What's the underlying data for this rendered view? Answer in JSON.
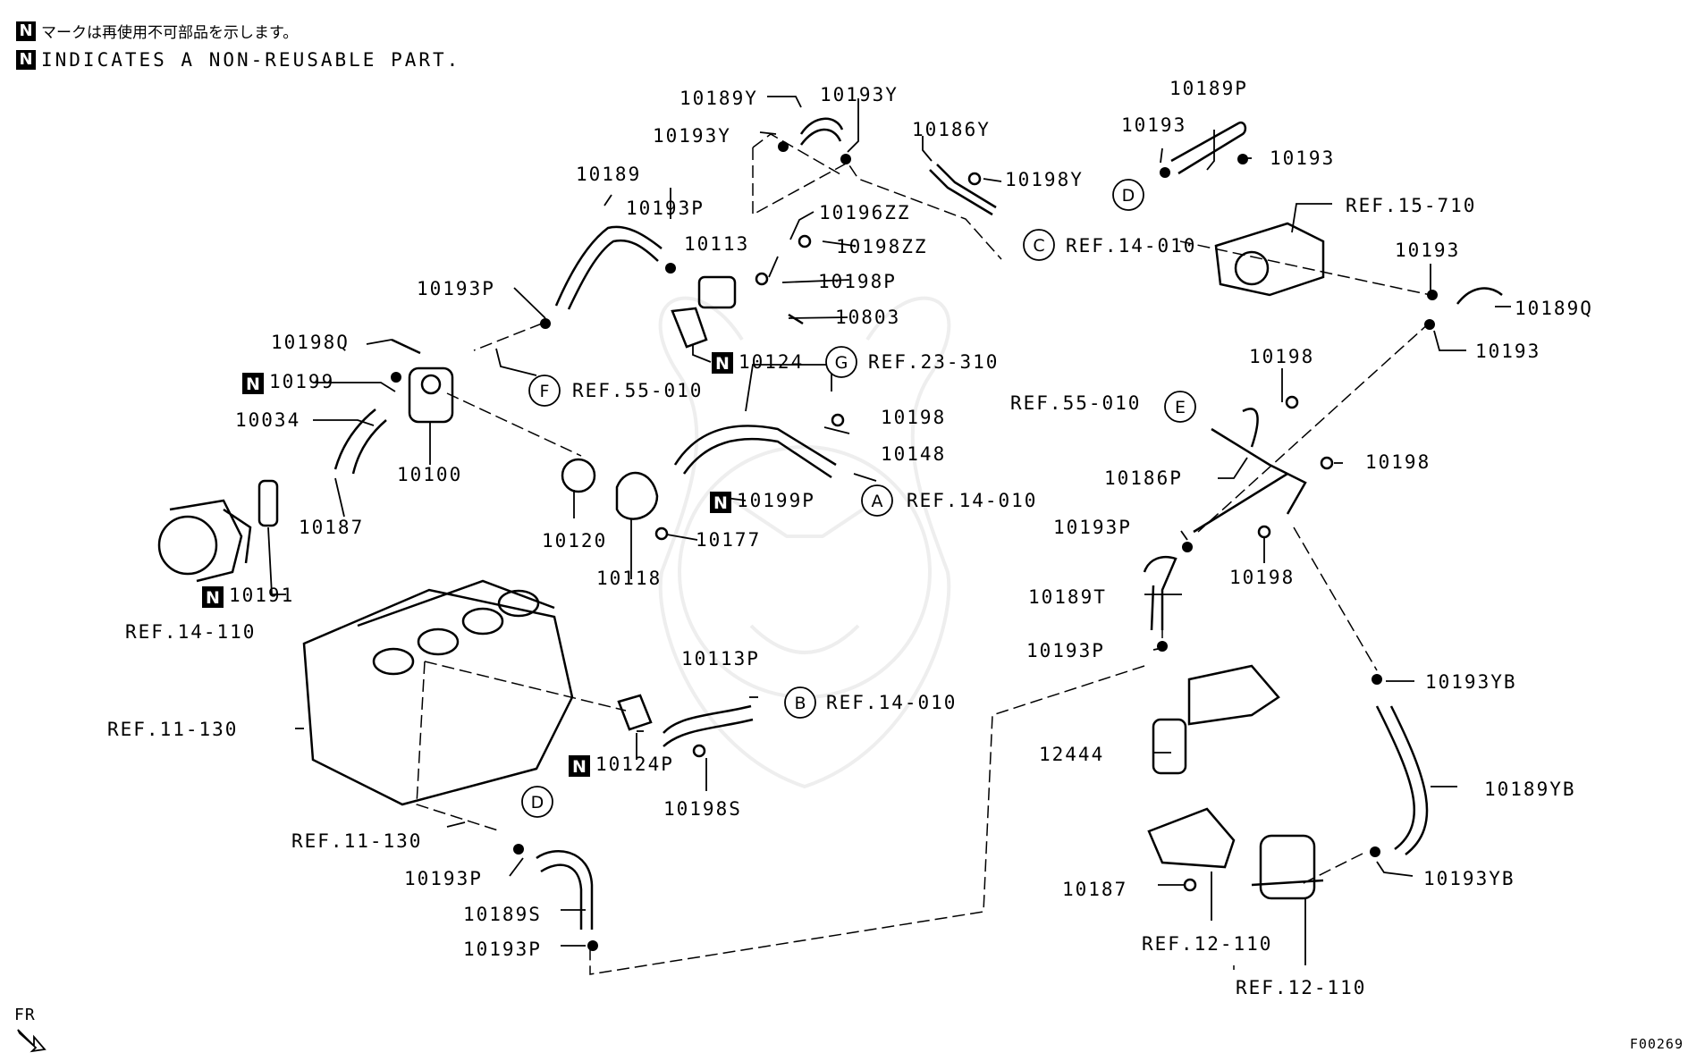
{
  "notes": {
    "badge": "N",
    "jp": "マークは再使用不可部品を示します。",
    "en": "INDICATES A NON-REUSABLE PART."
  },
  "figure_id": "F00269",
  "front_marker": "FR",
  "parts": {
    "p10189Y": "10189Y",
    "p10193Y_a": "10193Y",
    "p10193Y_b": "10193Y",
    "p10186Y": "10186Y",
    "p10198Y": "10198Y",
    "p10189": "10189",
    "p10193P_top": "10193P",
    "p10196ZZ": "10196ZZ",
    "p10113": "10113",
    "p10198ZZ": "10198ZZ",
    "p10198P": "10198P",
    "p10193P_left": "10193P",
    "p10803": "10803",
    "p10198Q": "10198Q",
    "p10124": "10124",
    "p10199": "10199",
    "p10034": "10034",
    "p10100": "10100",
    "p10187_top": "10187",
    "p10120": "10120",
    "p10191": "10191",
    "p10198_a": "10198",
    "p10148": "10148",
    "p10199P": "10199P",
    "p10177": "10177",
    "p10118": "10118",
    "p10189P": "10189P",
    "p10193_a": "10193",
    "p10193_b": "10193",
    "p10193_c": "10193",
    "p10193_d": "10193",
    "p10189Q": "10189Q",
    "p10198_b": "10198",
    "p10198_c": "10198",
    "p10198_d": "10198",
    "p10186P": "10186P",
    "p10193P_right": "10193P",
    "p10189T": "10189T",
    "p10193P_mid": "10193P",
    "p10193YB_a": "10193YB",
    "p10189YB": "10189YB",
    "p10193YB_b": "10193YB",
    "p10113P": "10113P",
    "p10124P": "10124P",
    "p10198S": "10198S",
    "p12444": "12444",
    "p10187_bot": "10187",
    "p10193P_bl": "10193P",
    "p10189S": "10189S",
    "p10193P_bl2": "10193P"
  },
  "refs": {
    "r_C": "REF.14-010",
    "r_15_710": "REF.15-710",
    "r_G": "REF.23-310",
    "r_F": "REF.55-010",
    "r_A": "REF.14-010",
    "r_E": "REF.55-010",
    "r_14_110": "REF.14-110",
    "r_B": "REF.14-010",
    "r_11_130_a": "REF.11-130",
    "r_11_130_b": "REF.11-130",
    "r_12_110_a": "REF.12-110",
    "r_12_110_b": "REF.12-110"
  },
  "callouts": {
    "A": "A",
    "B": "B",
    "C": "C",
    "D_top": "D",
    "D_bot": "D",
    "E": "E",
    "F": "F",
    "G": "G"
  }
}
